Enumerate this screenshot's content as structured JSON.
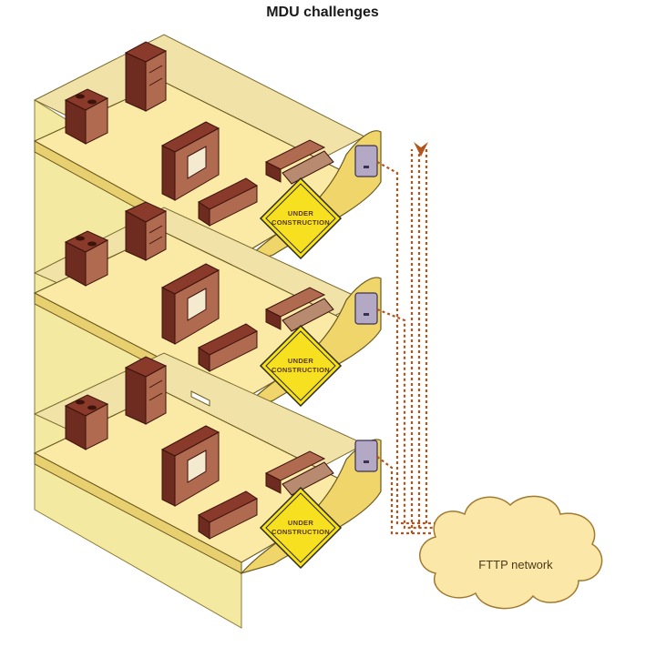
{
  "diagram": {
    "title": "MDU challenges",
    "sign_line1": "UNDER",
    "sign_line2": "CONSTRUCTION",
    "cloud_label": "FTTP network",
    "floors": [
      {
        "sign_line1": "UNDER",
        "sign_line2": "CONSTRUCTION"
      },
      {
        "sign_line1": "UNDER",
        "sign_line2": "CONSTRUCTION"
      },
      {
        "sign_line1": "UNDER",
        "sign_line2": "CONSTRUCTION"
      }
    ],
    "colors": {
      "floor": "#fbe9a6",
      "wall": "#efd56a",
      "furniture": "#6e2b1f",
      "sign": "#f6e020",
      "fiber": "#b3541e",
      "terminal_box": "#b3a9c4",
      "cloud": "#fbe7a8"
    }
  }
}
